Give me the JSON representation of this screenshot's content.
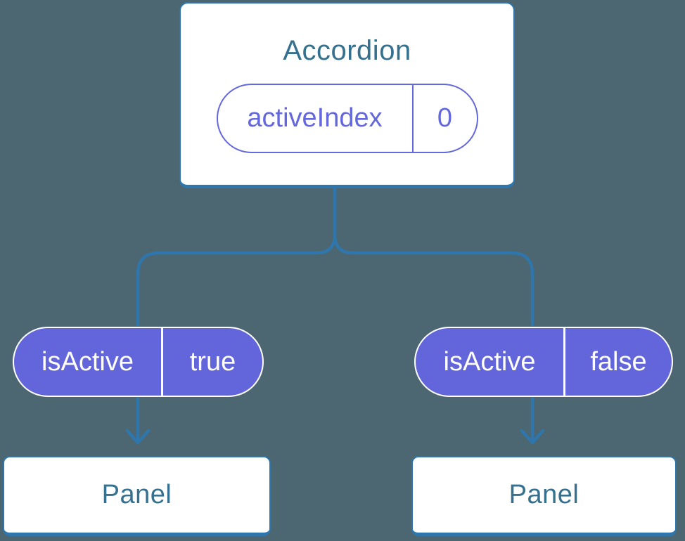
{
  "colors": {
    "bg": "#4c6771",
    "line-blue": "#2e76ab",
    "text-blue": "#35708e",
    "purple": "#6366da",
    "purple-border": "#6468dd",
    "card-white": "#ffffff"
  },
  "diagram": {
    "root": {
      "title": "Accordion",
      "prop": {
        "name": "activeIndex",
        "value": "0"
      }
    },
    "children": [
      {
        "prop": {
          "name": "isActive",
          "value": "true"
        },
        "panel": "Panel"
      },
      {
        "prop": {
          "name": "isActive",
          "value": "false"
        },
        "panel": "Panel"
      }
    ]
  }
}
